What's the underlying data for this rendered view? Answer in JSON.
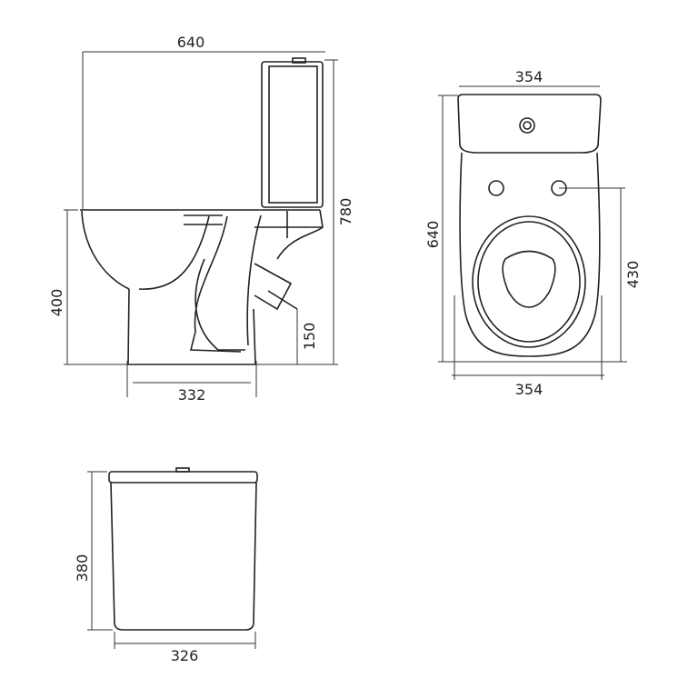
{
  "title": "Close-coupled toilet dimension drawing",
  "side_view": {
    "overall_width": "640",
    "overall_height": "780",
    "seat_height": "400",
    "outlet_height": "150",
    "base_width": "332"
  },
  "front_view": {
    "top_width": "354",
    "overall_depth": "640",
    "fixing_holes_distance": "430",
    "bottom_width": "354"
  },
  "cistern_view": {
    "height": "380",
    "width": "326"
  }
}
